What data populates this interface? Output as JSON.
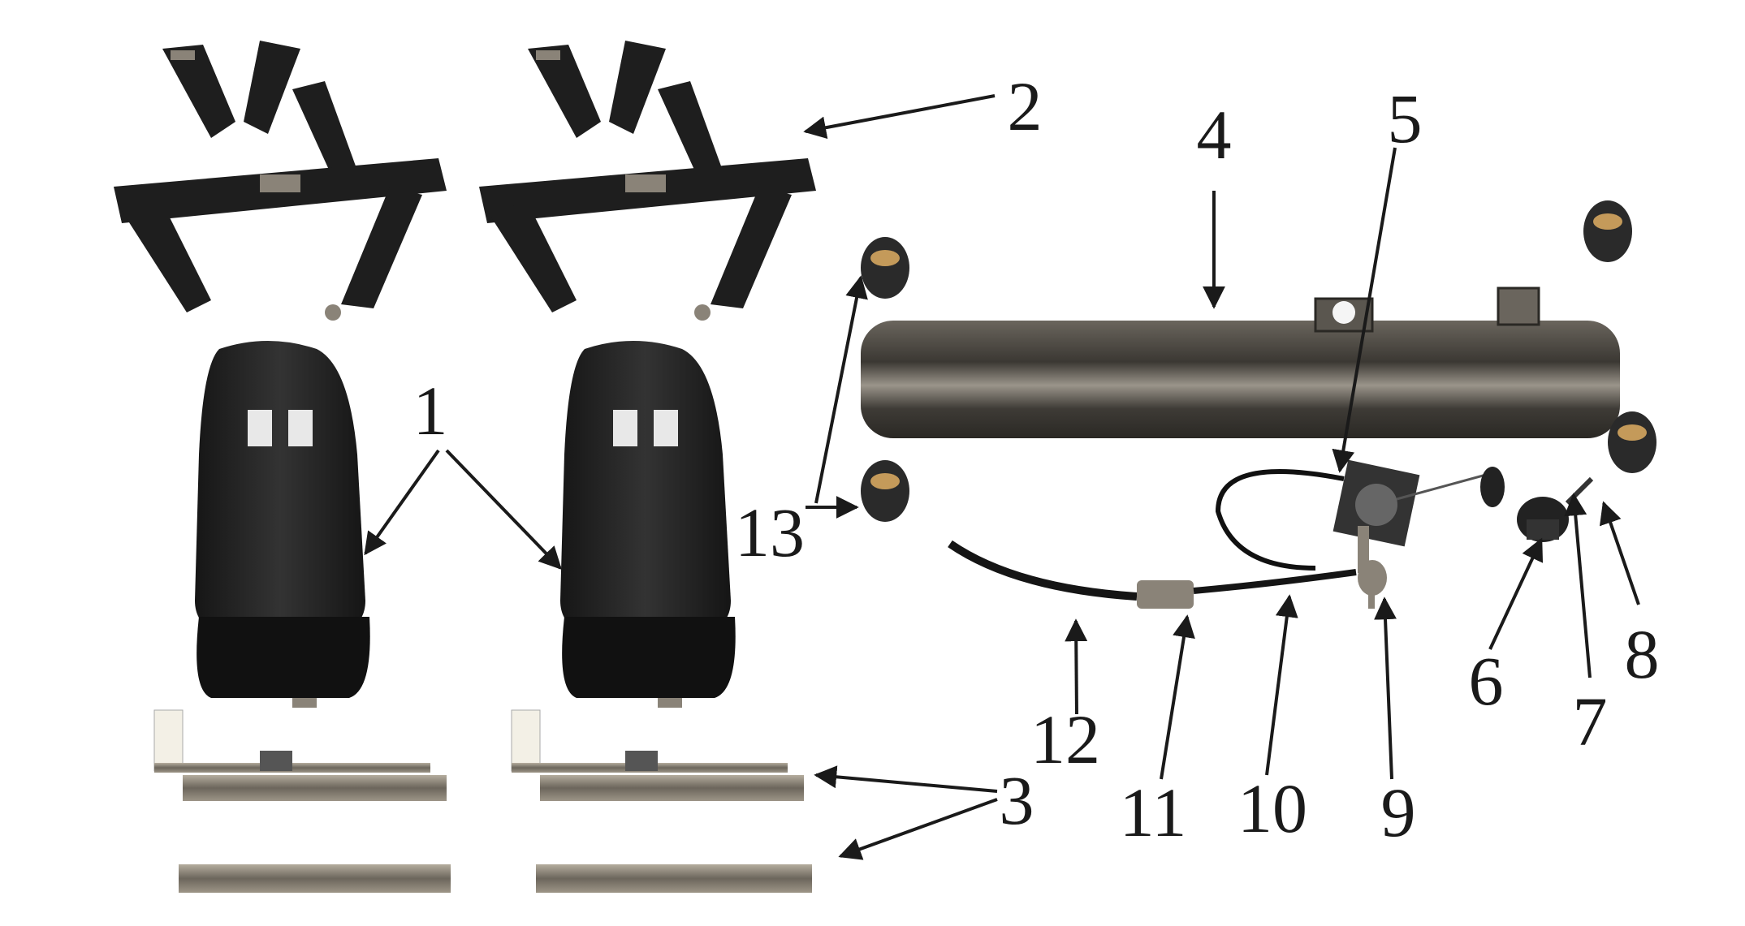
{
  "diagram": {
    "callouts": [
      {
        "id": "1",
        "label": "1"
      },
      {
        "id": "2",
        "label": "2"
      },
      {
        "id": "3",
        "label": "3"
      },
      {
        "id": "4",
        "label": "4"
      },
      {
        "id": "5",
        "label": "5"
      },
      {
        "id": "6",
        "label": "6"
      },
      {
        "id": "7",
        "label": "7"
      },
      {
        "id": "8",
        "label": "8"
      },
      {
        "id": "9",
        "label": "9"
      },
      {
        "id": "10",
        "label": "10"
      },
      {
        "id": "11",
        "label": "11"
      },
      {
        "id": "12",
        "label": "12"
      },
      {
        "id": "13",
        "label": "13"
      }
    ],
    "colors": {
      "ink": "#1a1a1a",
      "seat": "#202020",
      "metal": "#8a8378",
      "tank": "#4a4742"
    }
  }
}
